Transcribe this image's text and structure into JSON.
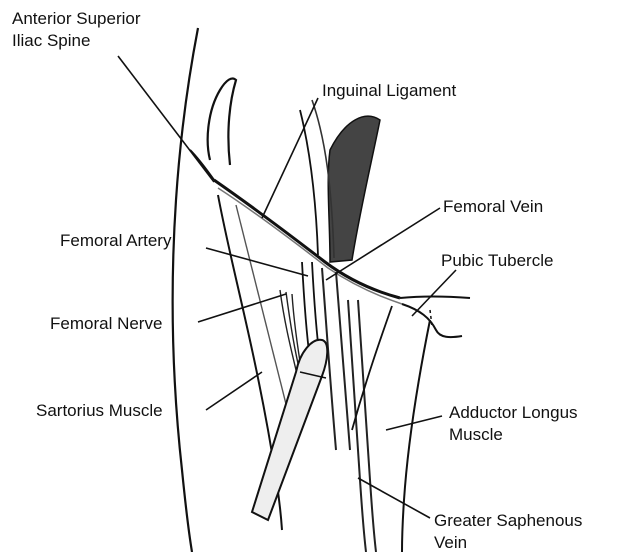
{
  "labels": {
    "asis_line1": "Anterior Superior",
    "asis_line2": "Iliac Spine",
    "inguinal_ligament": "Inguinal Ligament",
    "femoral_vein": "Femoral Vein",
    "femoral_artery": "Femoral Artery",
    "pubic_tubercle": "Pubic Tubercle",
    "femoral_nerve": "Femoral Nerve",
    "sartorius_muscle": "Sartorius Muscle",
    "adductor_longus_line1": "Adductor Longus",
    "adductor_longus_line2": "Muscle",
    "greater_saphenous_line1": "Greater Saphenous",
    "greater_saphenous_line2": "Vein"
  },
  "colors": {
    "ink": "#111111",
    "shade": "#555555",
    "background": "#ffffff"
  }
}
